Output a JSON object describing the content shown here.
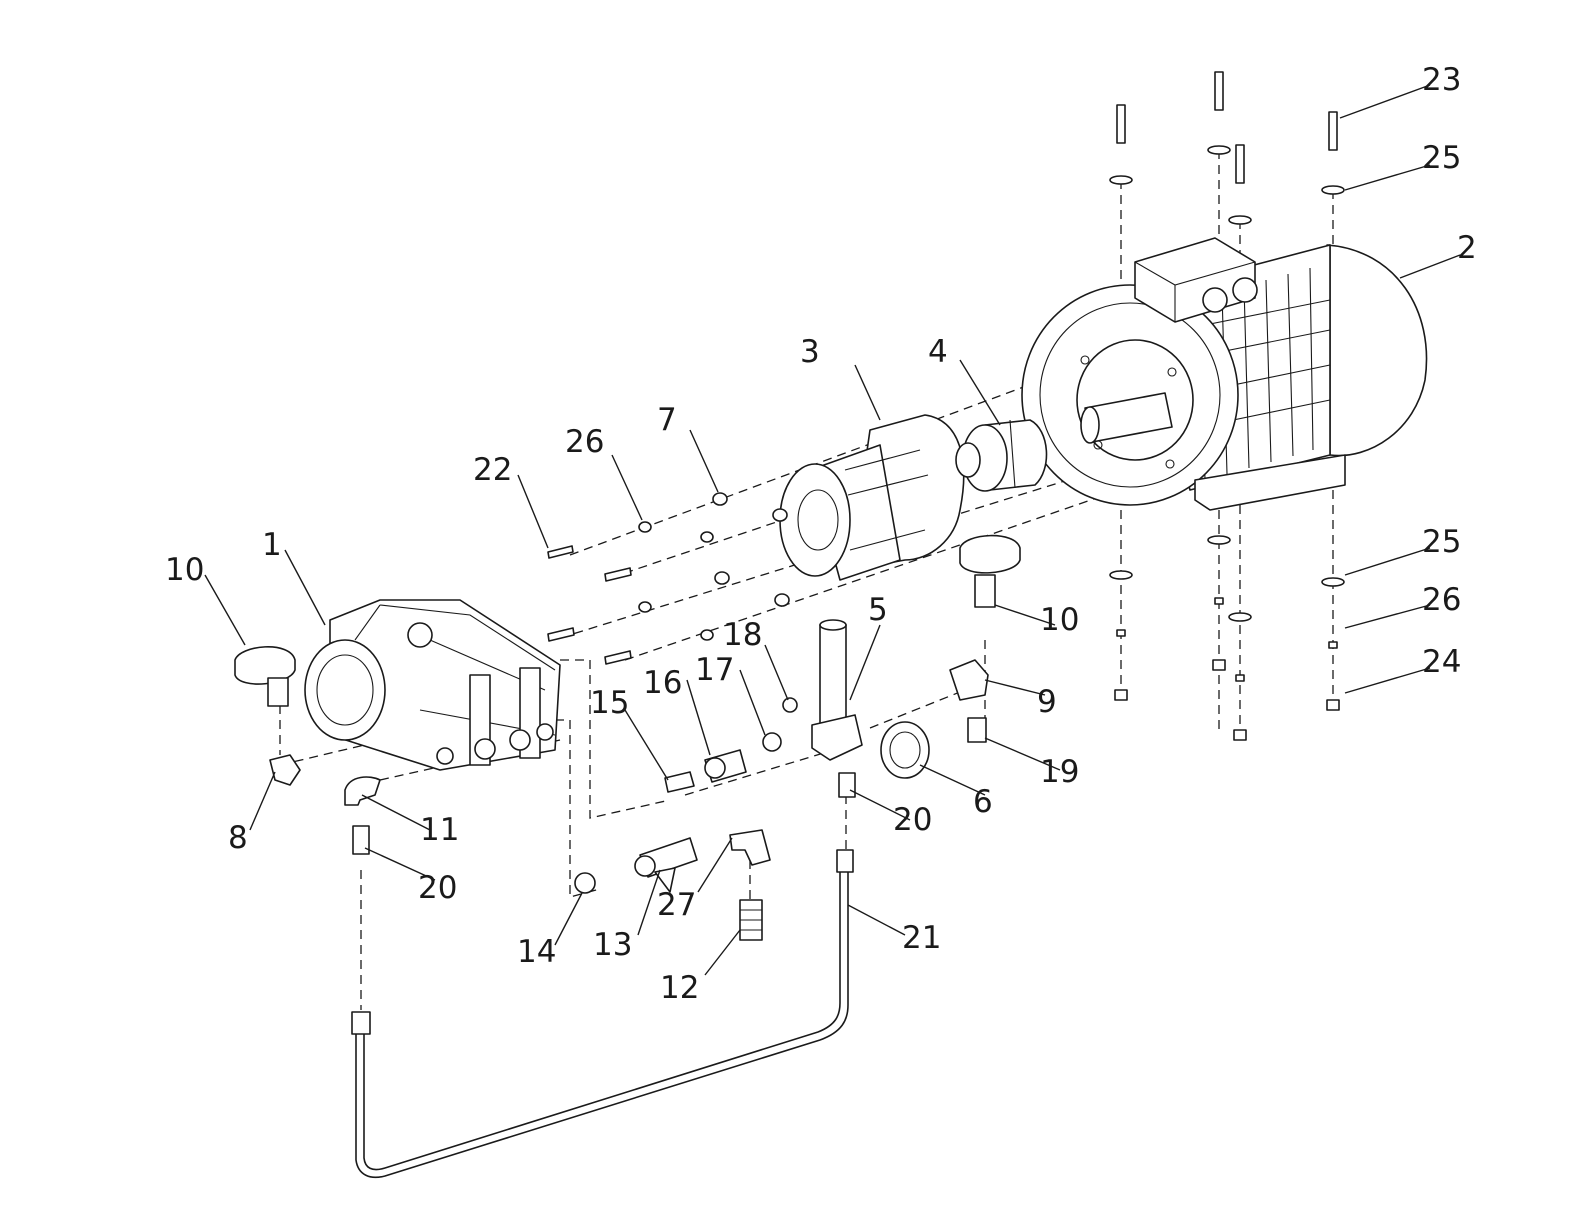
{
  "callouts": [
    {
      "id": "c23",
      "label": "23"
    },
    {
      "id": "c25a",
      "label": "25"
    },
    {
      "id": "c2",
      "label": "2"
    },
    {
      "id": "c3",
      "label": "3"
    },
    {
      "id": "c4",
      "label": "4"
    },
    {
      "id": "c26a",
      "label": "26"
    },
    {
      "id": "c7",
      "label": "7"
    },
    {
      "id": "c22",
      "label": "22"
    },
    {
      "id": "c1",
      "label": "1"
    },
    {
      "id": "c10a",
      "label": "10"
    },
    {
      "id": "c10b",
      "label": "10"
    },
    {
      "id": "c5",
      "label": "5"
    },
    {
      "id": "c18",
      "label": "18"
    },
    {
      "id": "c16",
      "label": "16"
    },
    {
      "id": "c17",
      "label": "17"
    },
    {
      "id": "c15",
      "label": "15"
    },
    {
      "id": "c9",
      "label": "9"
    },
    {
      "id": "c25b",
      "label": "25"
    },
    {
      "id": "c26b",
      "label": "26"
    },
    {
      "id": "c24",
      "label": "24"
    },
    {
      "id": "c19",
      "label": "19"
    },
    {
      "id": "c6",
      "label": "6"
    },
    {
      "id": "c8",
      "label": "8"
    },
    {
      "id": "c11",
      "label": "11"
    },
    {
      "id": "c20a",
      "label": "20"
    },
    {
      "id": "c20b",
      "label": "20"
    },
    {
      "id": "c27",
      "label": "27"
    },
    {
      "id": "c21",
      "label": "21"
    },
    {
      "id": "c14",
      "label": "14"
    },
    {
      "id": "c13",
      "label": "13"
    },
    {
      "id": "c12",
      "label": "12"
    }
  ]
}
